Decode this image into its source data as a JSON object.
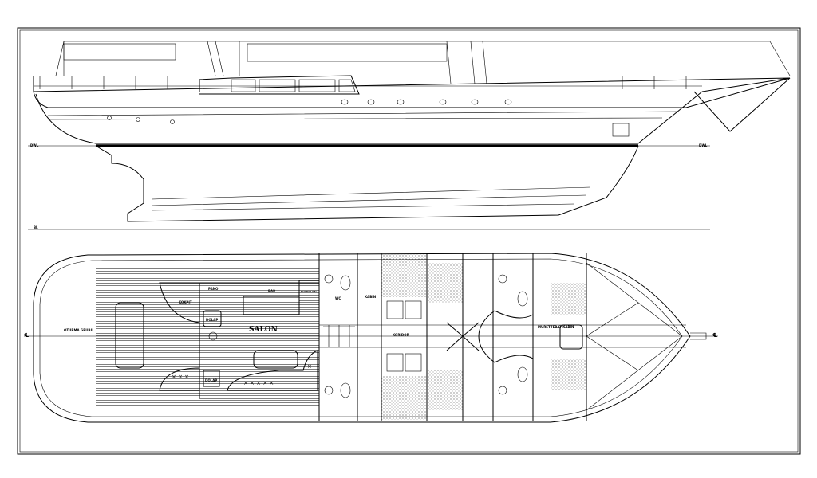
{
  "profile": {
    "dwl_left": "DWL",
    "dwl_right": "DWL",
    "bl": "BL"
  },
  "plan": {
    "centerline": "℄",
    "centerline_right": "℄",
    "seating": "OTURMA GRUBU",
    "cockpit": "KOKPIT",
    "panel": "PANO",
    "bar": "BAR",
    "fridge": "BUZDOLABI",
    "cabinet_top": "DOLAP",
    "cabinet_bottom": "DOLAP",
    "salon": "SALON",
    "wc": "WC",
    "cabin": "KABIN",
    "corridor": "KORIDOR",
    "crew_cabin": "MURETTEBAT KABIN"
  }
}
